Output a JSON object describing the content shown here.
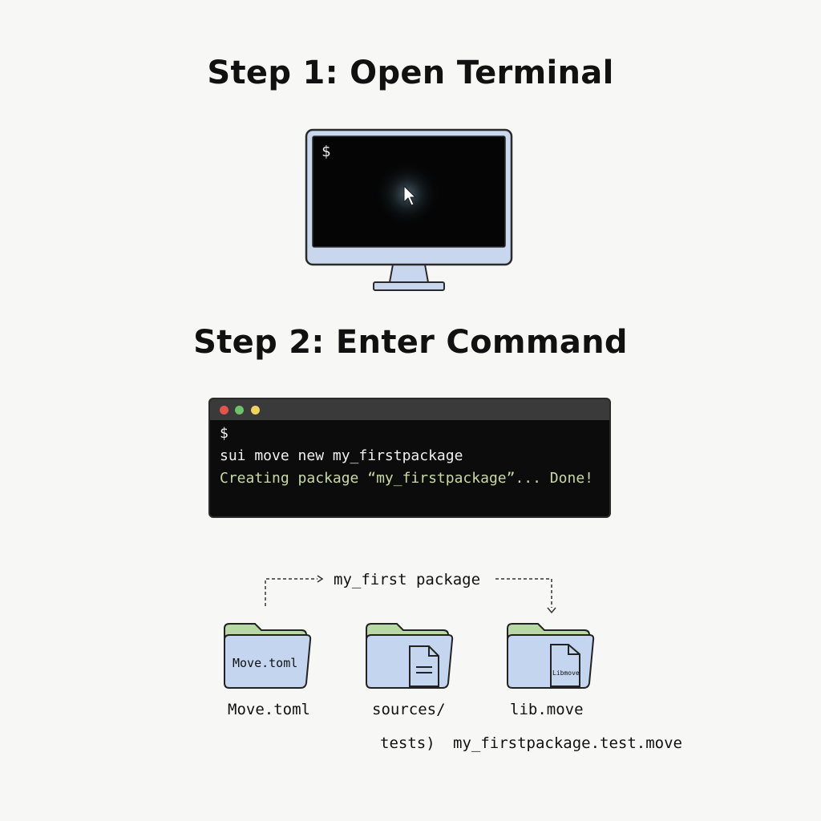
{
  "steps": {
    "step1_title": "Step 1: Open Terminal",
    "step2_title": "Step 2: Enter Command"
  },
  "monitor": {
    "prompt": "$"
  },
  "terminal": {
    "prompt": "$",
    "command": "sui move new my_firstpackage",
    "output": "Creating package “my_firstpackage”... Done!"
  },
  "package": {
    "name": "my_first package"
  },
  "folders": [
    {
      "inner_label": "Move.toml",
      "caption": "Move.toml",
      "icon": "folder-icon"
    },
    {
      "inner_label": "",
      "caption": "sources/",
      "icon": "folder-document-icon"
    },
    {
      "inner_label": "Libmove",
      "caption": "lib.move",
      "icon": "folder-document-icon"
    }
  ],
  "footer": {
    "tests_label": "tests)",
    "test_file_label": "my_firstpackage.test.move"
  },
  "colors": {
    "monitor_frame": "#c9d7ee",
    "folder_front": "#c3d5ef",
    "folder_back": "#b8d9a4",
    "terminal_output": "#c9d9a6"
  }
}
